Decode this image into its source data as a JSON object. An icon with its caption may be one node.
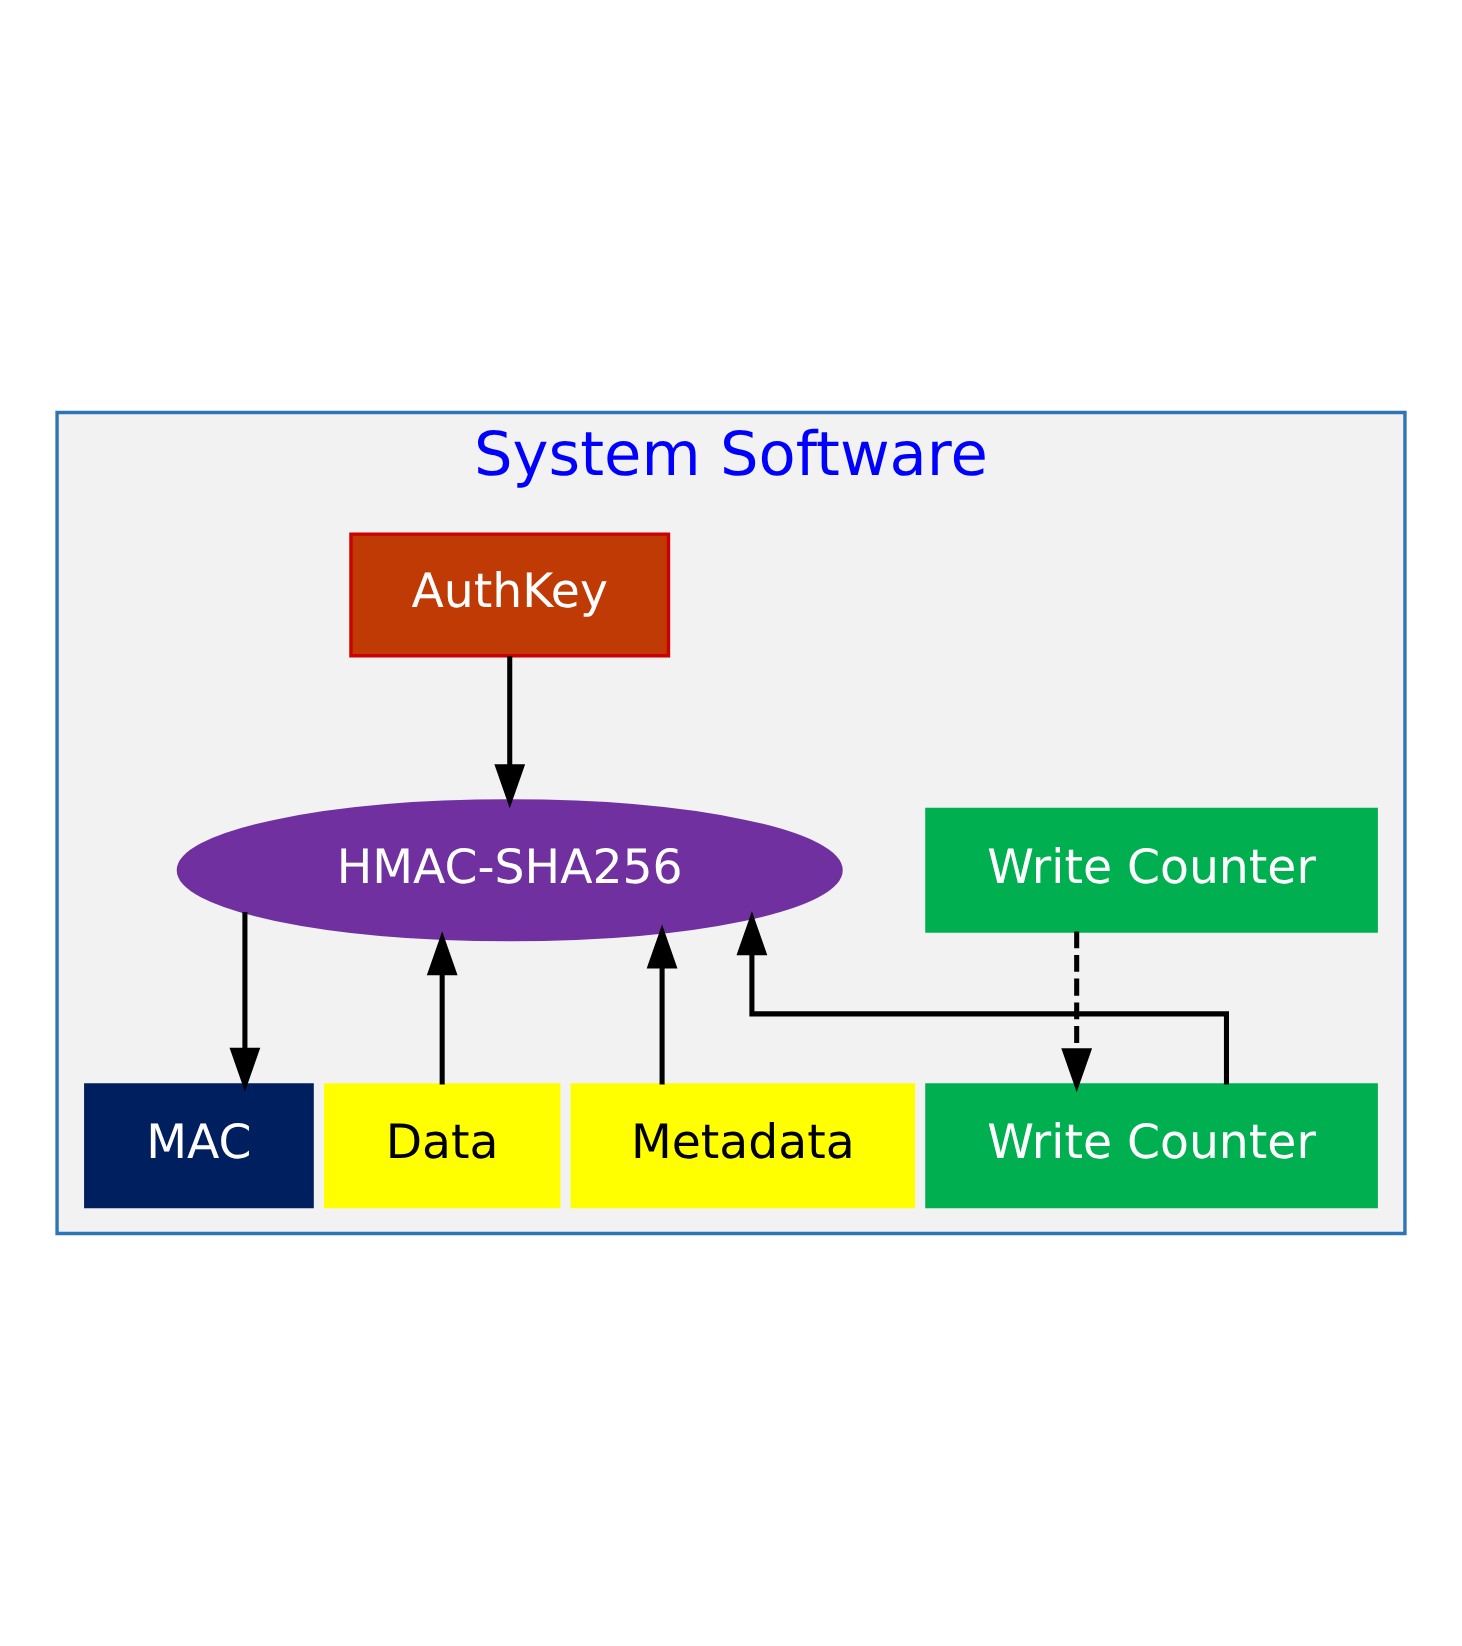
{
  "diagram": {
    "nodes": [
      {
        "text": [
          "System Software"
        ]
      },
      {
        "text": [
          "AuthKey"
        ],
        "in": 0
      },
      {
        "text": [
          "HMAC-SHA256"
        ],
        "in": 0
      },
      {
        "text": [
          "Write Counter"
        ],
        "in": 0
      },
      {
        "text": [
          "MAC"
        ],
        "in": 0
      },
      {
        "text": [
          "Data"
        ],
        "in": 0
      },
      {
        "text": [
          "Metadata"
        ],
        "in": 0
      },
      {
        "text": [
          "Write Counter"
        ],
        "in": 0
      }
    ],
    "edges": [
      {
        "from": 1,
        "to": 2,
        "arrow": "to"
      },
      {
        "from": 2,
        "to": 4,
        "arrow": "to"
      },
      {
        "from": 5,
        "to": 2,
        "arrow": "to"
      },
      {
        "from": 6,
        "to": 2,
        "arrow": "to"
      },
      {
        "from": 7,
        "to": 2,
        "arrow": "to"
      },
      {
        "from": 3,
        "to": 7,
        "arrow": "to",
        "style": "dashed"
      }
    ]
  }
}
